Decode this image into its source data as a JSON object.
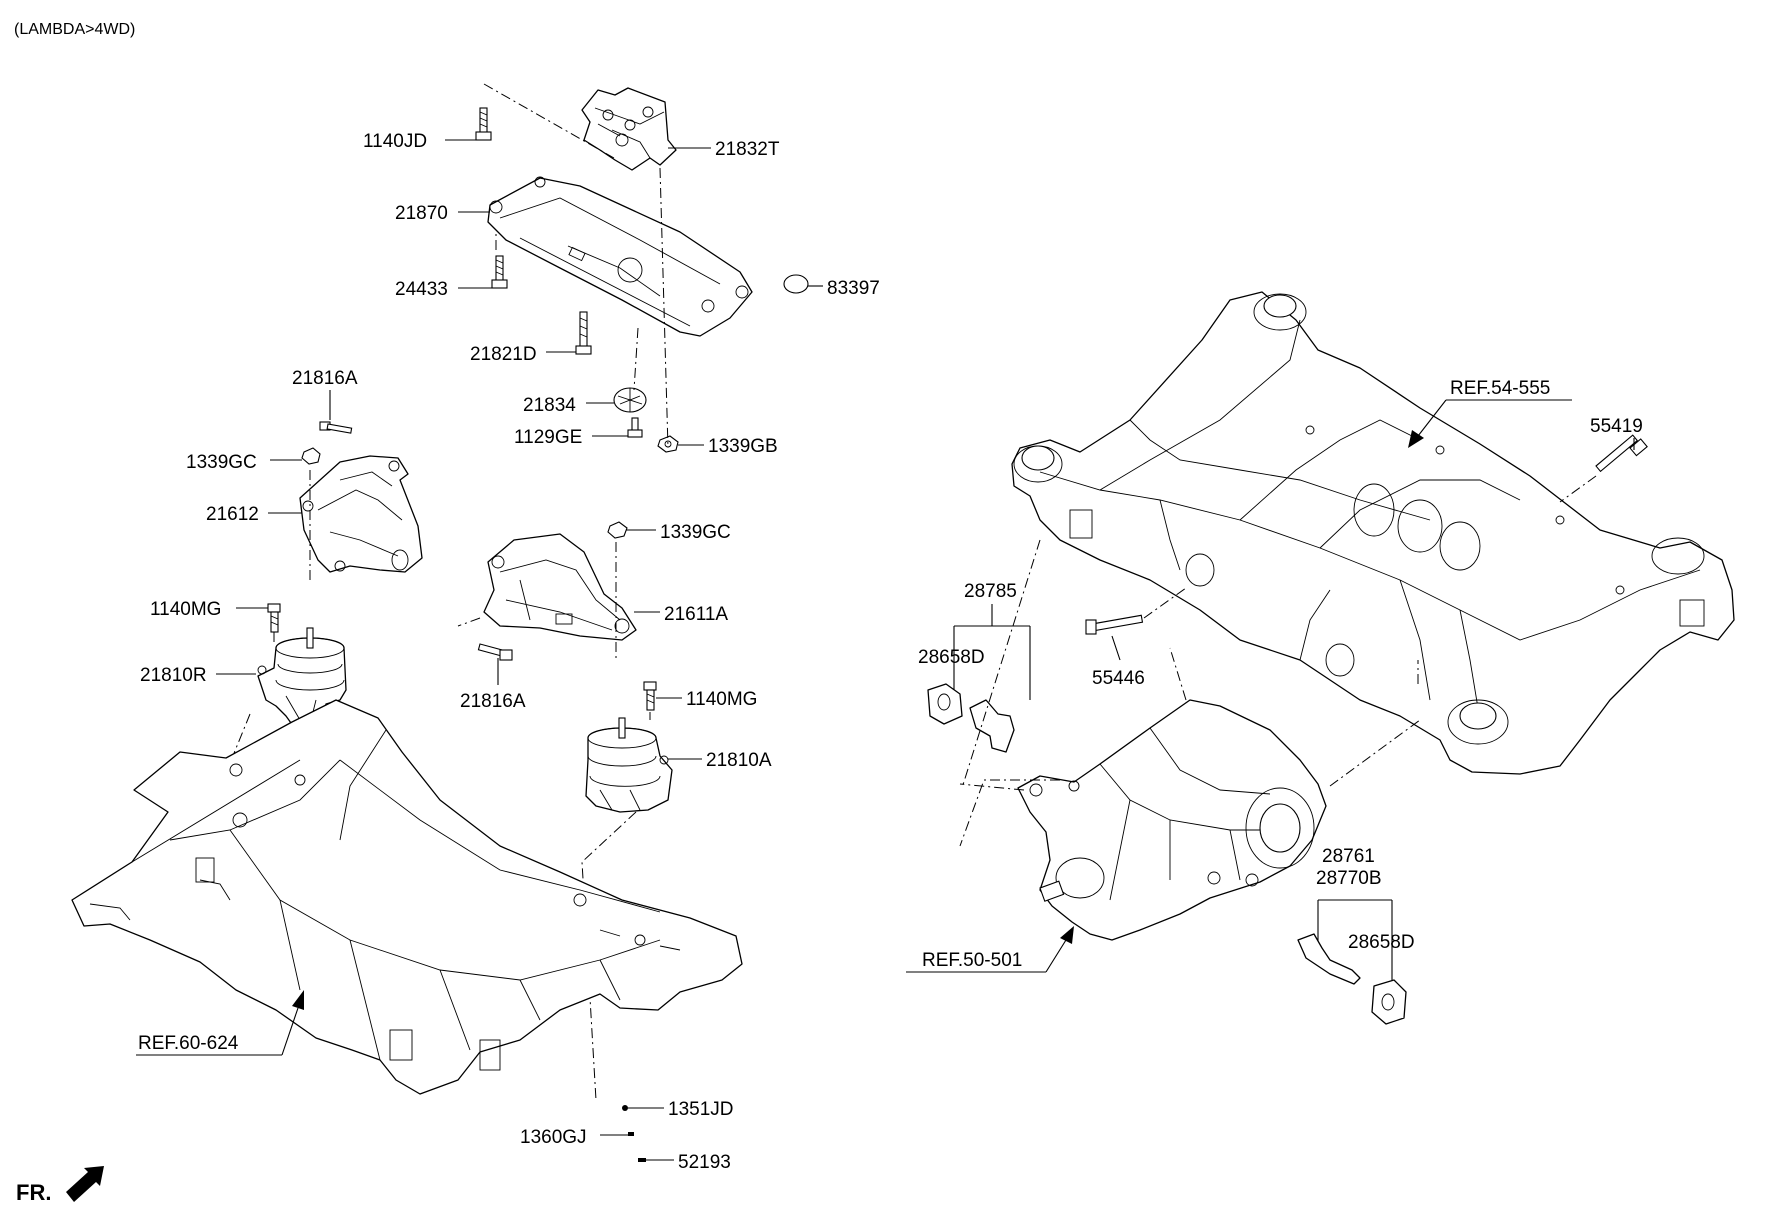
{
  "header": {
    "variant": "(LAMBDA>4WD)"
  },
  "orientation": {
    "label": "FR."
  },
  "callouts": {
    "c1140JD": "1140JD",
    "c21832T": "21832T",
    "c21870": "21870",
    "c24433": "24433",
    "c83397": "83397",
    "c21821D": "21821D",
    "c21834": "21834",
    "c1129GE": "1129GE",
    "c1339GB": "1339GB",
    "c21816A_top": "21816A",
    "c1339GC_left": "1339GC",
    "c21612": "21612",
    "c1339GC_right": "1339GC",
    "c21611A": "21611A",
    "c1140MG_left": "1140MG",
    "c21810R": "21810R",
    "c21816A_mid": "21816A",
    "c1140MG_right": "1140MG",
    "c21810A": "21810A",
    "cREF60624": "REF.60-624",
    "c1351JD": "1351JD",
    "c1360GJ": "1360GJ",
    "c52193": "52193",
    "cREF54555": "REF.54-555",
    "c55419": "55419",
    "c28785": "28785",
    "c28658D_left": "28658D",
    "c55446": "55446",
    "c28761": "28761",
    "c28770B": "28770B",
    "c28658D_right": "28658D",
    "cREF50501": "REF.50-501"
  },
  "icons": [
    "front-direction-arrow-icon",
    "mount-bolt-icon",
    "nut-icon"
  ]
}
